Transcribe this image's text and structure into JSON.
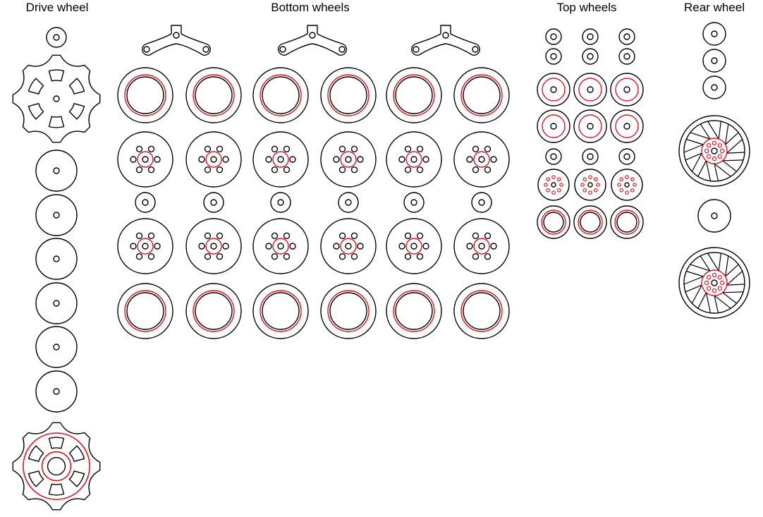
{
  "sheet": {
    "titles": {
      "drive": "Drive wheel",
      "bottom": "Bottom wheels",
      "top": "Top wheels",
      "rear": "Rear wheel"
    }
  },
  "colors": {
    "cut": "#000000",
    "engrave": "#e0141e",
    "background": "#ffffff"
  }
}
